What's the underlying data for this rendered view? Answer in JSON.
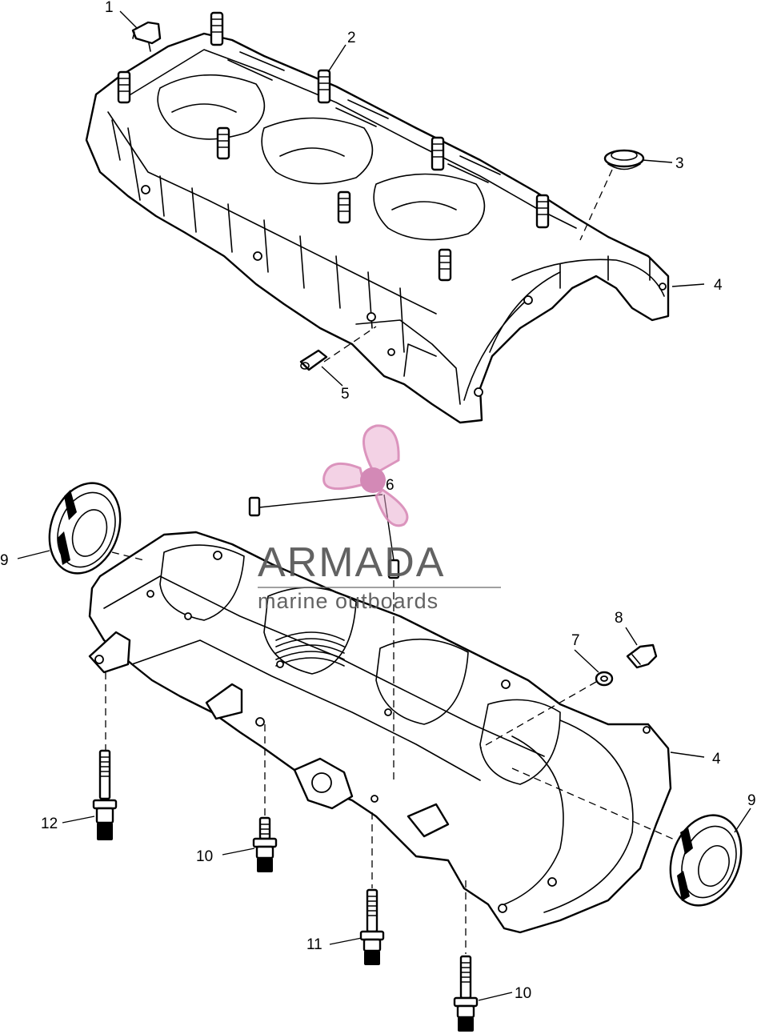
{
  "callouts": [
    {
      "id": "c1",
      "label": "1"
    },
    {
      "id": "c2",
      "label": "2"
    },
    {
      "id": "c3",
      "label": "3"
    },
    {
      "id": "c4a",
      "label": "4"
    },
    {
      "id": "c5",
      "label": "5"
    },
    {
      "id": "c6",
      "label": "6"
    },
    {
      "id": "c7",
      "label": "7"
    },
    {
      "id": "c8",
      "label": "8"
    },
    {
      "id": "c4b",
      "label": "4"
    },
    {
      "id": "c9a",
      "label": "9"
    },
    {
      "id": "c9b",
      "label": "9"
    },
    {
      "id": "c10a",
      "label": "10"
    },
    {
      "id": "c10b",
      "label": "10"
    },
    {
      "id": "c11",
      "label": "11"
    },
    {
      "id": "c12",
      "label": "12"
    }
  ],
  "watermark": {
    "brand_name": "ARMADA",
    "tagline": "marine outboards",
    "logo_icon": "propeller-logo-icon",
    "color": "#e8a6cc"
  }
}
